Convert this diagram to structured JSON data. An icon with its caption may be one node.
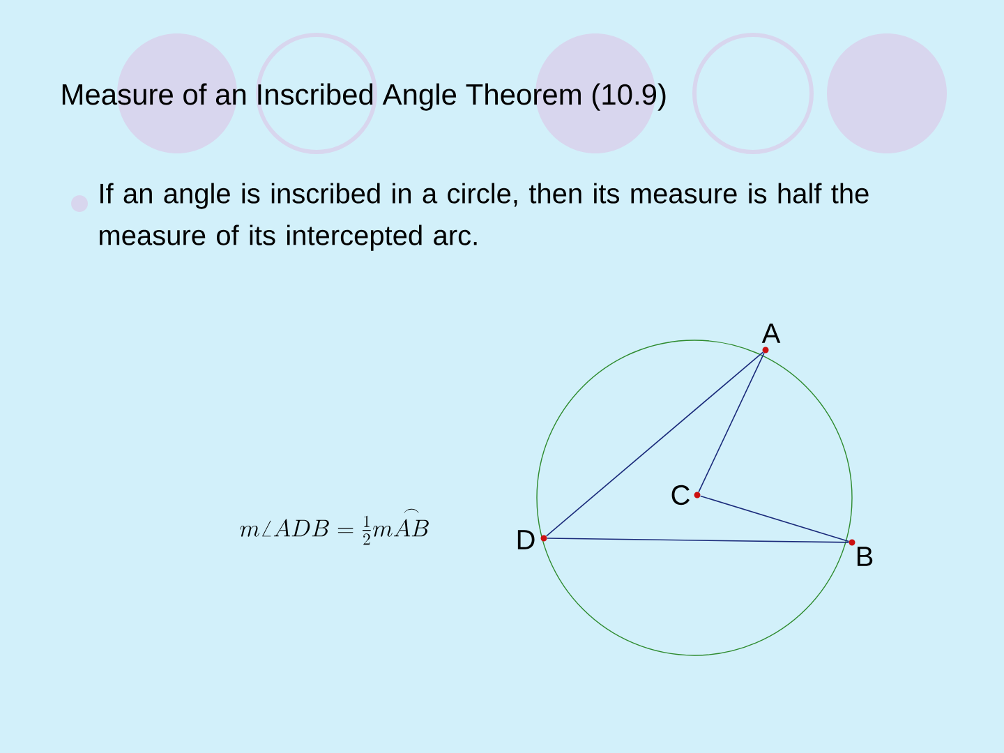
{
  "diagram": {
    "title": "Measure of an Inscribed Angle Theorem (10.9)",
    "nodes": [
      {
        "text": [],
        "shape": "circle",
        "beside": [
          "A"
        ]
      },
      {
        "text": [],
        "shape": "circle",
        "beside": [
          "C"
        ]
      },
      {
        "text": [],
        "shape": "circle",
        "beside": [
          "D"
        ]
      },
      {
        "text": [],
        "shape": "circle",
        "beside": [
          "B"
        ]
      }
    ],
    "edges": [
      {
        "from": 2,
        "to": 0,
        "arrow": "none"
      },
      {
        "from": 0,
        "to": 1,
        "arrow": "none"
      },
      {
        "from": 1,
        "to": 3,
        "arrow": "none"
      },
      {
        "from": 2,
        "to": 3,
        "arrow": "none"
      }
    ],
    "labels": [
      "If an angle is inscribed in a circle, then its measure is half the measure of its intercepted arc.",
      "m\\angle ADB = \\frac{1}{2}m\\overset{\\frown}{AB}"
    ]
  }
}
